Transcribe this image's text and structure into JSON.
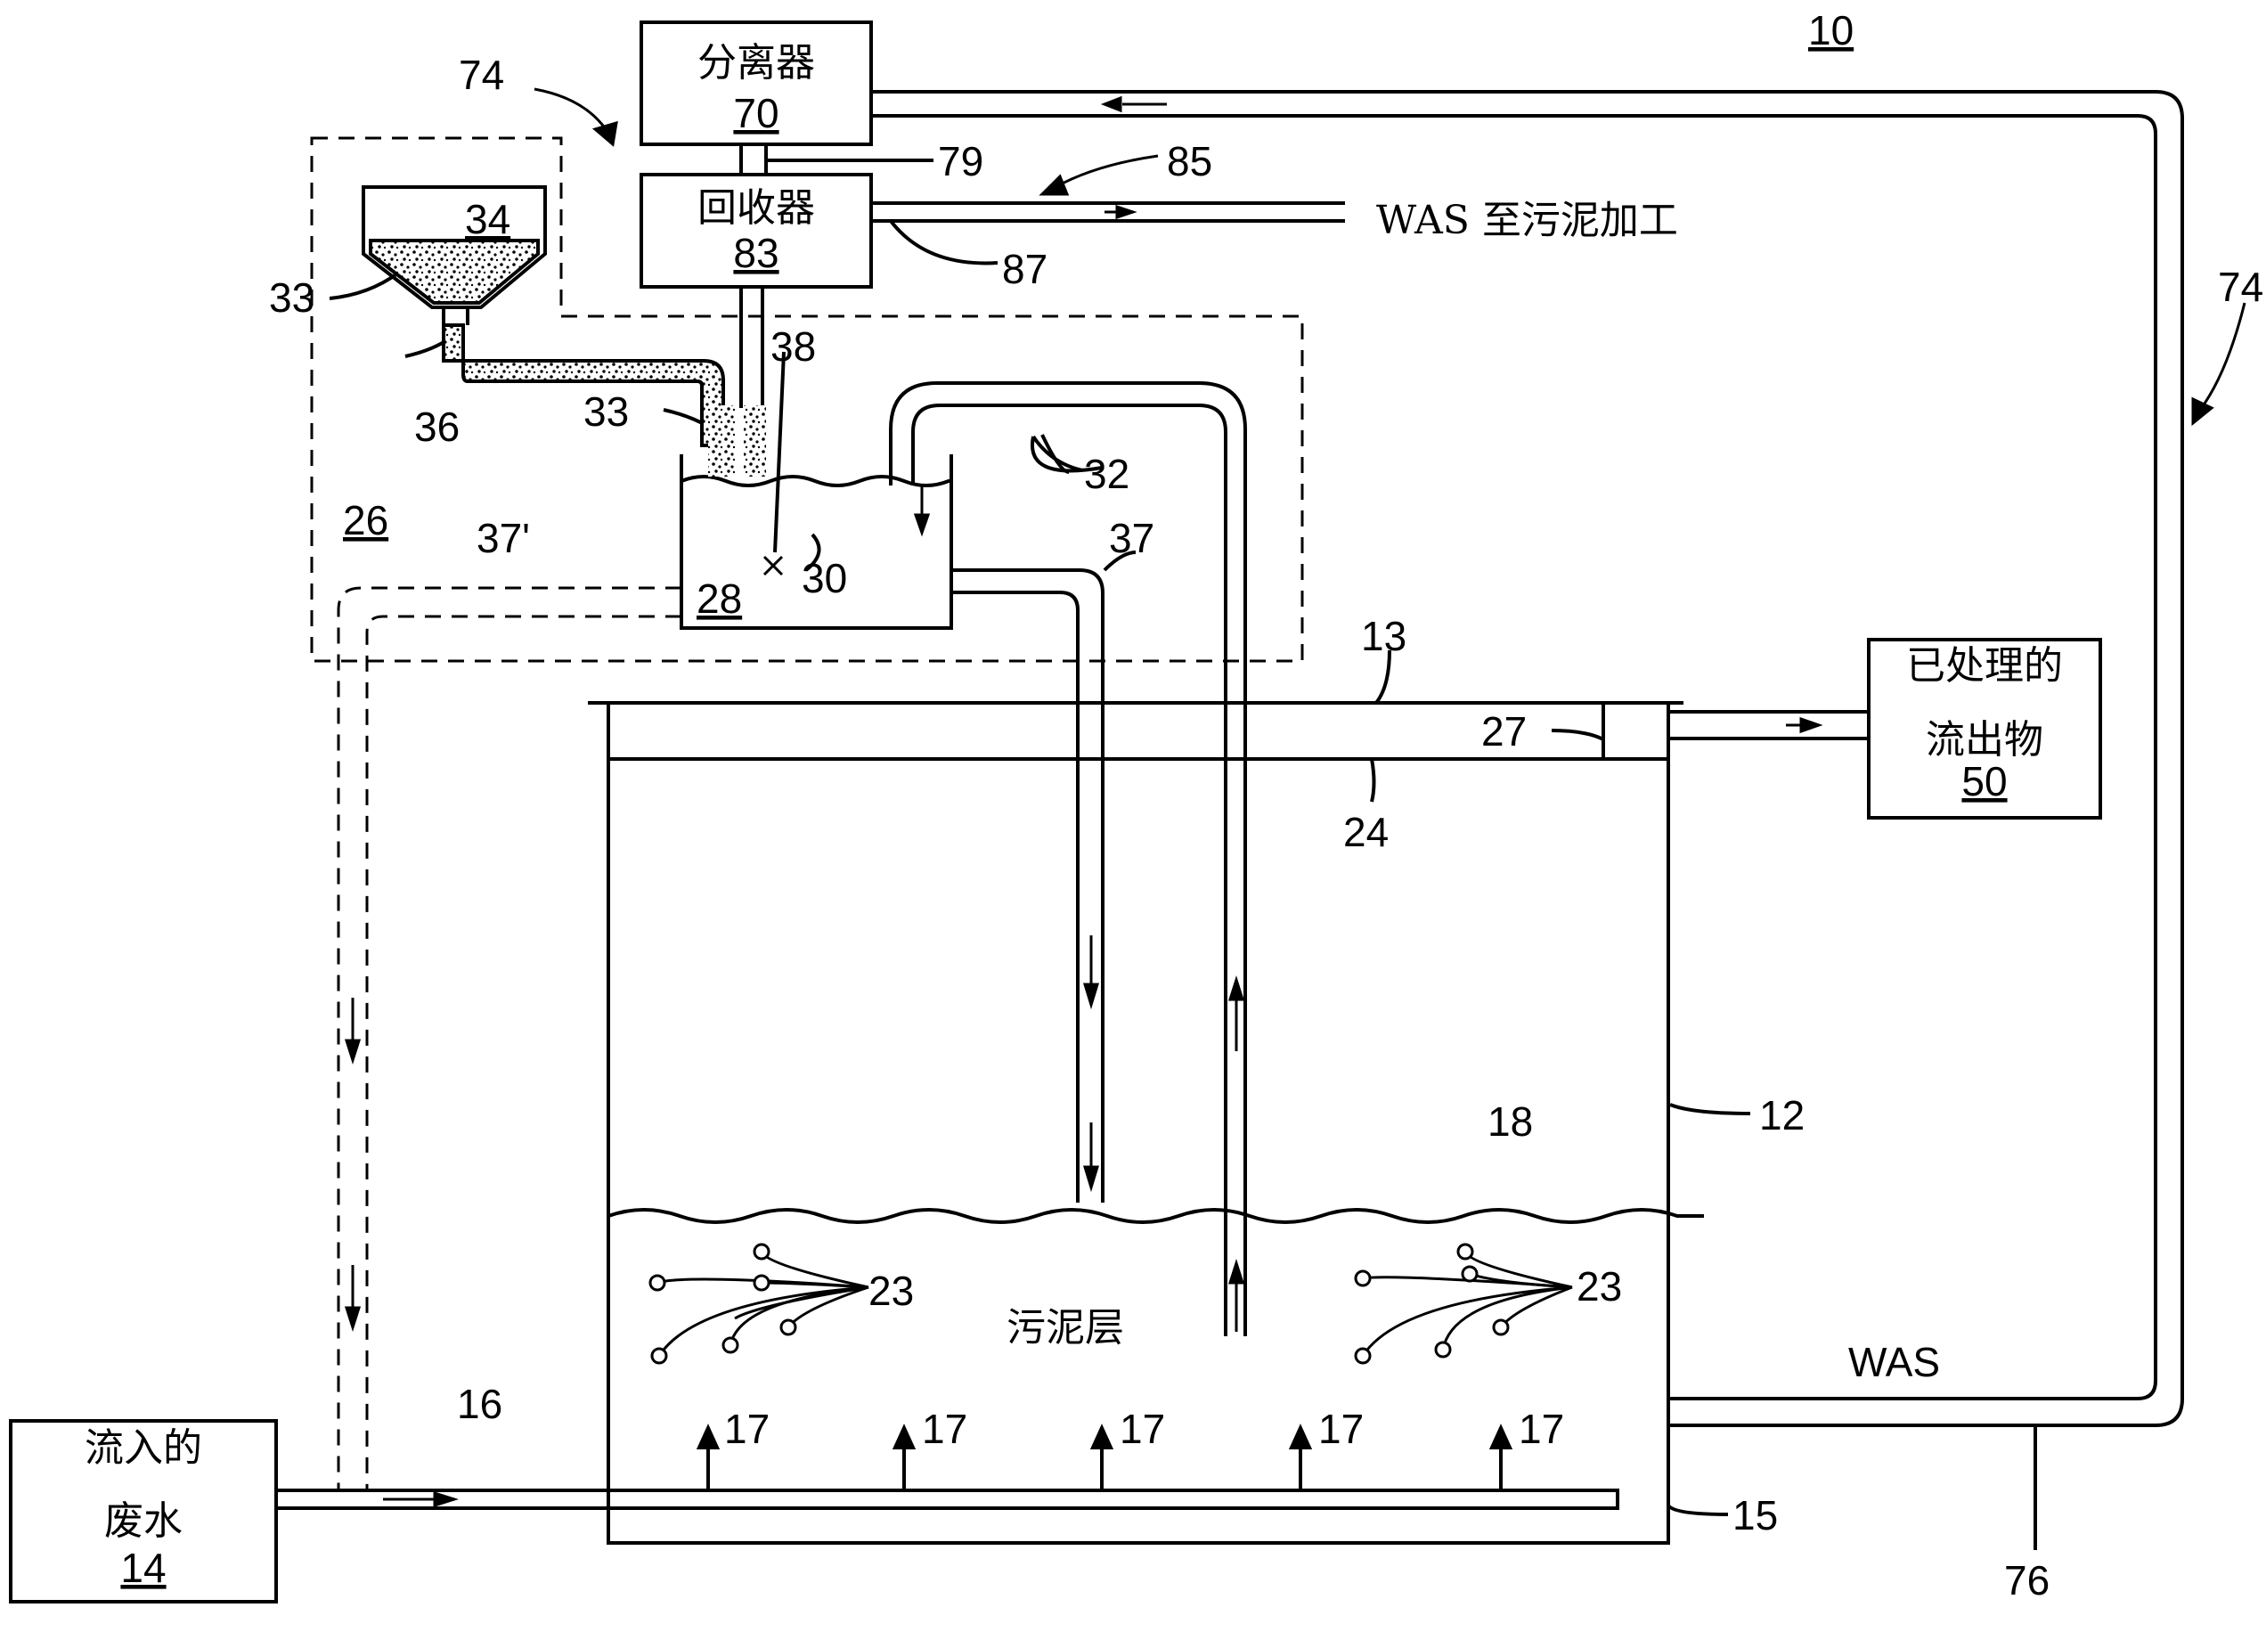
{
  "diagram": {
    "system_ref": "10",
    "boxes": {
      "separator": {
        "name": "分离器",
        "ref": "70"
      },
      "recovery": {
        "name": "回收器",
        "ref": "83"
      },
      "effluent": {
        "line1": "已处理的",
        "line2": "流出物",
        "ref": "50"
      },
      "influent": {
        "line1": "流入的",
        "line2": "废水",
        "ref": "14"
      }
    },
    "texts": {
      "was_to_sludge": "WAS 至污泥加工",
      "sludge_layer": "污泥层",
      "was": "WAS"
    },
    "refs": {
      "r74a": "74",
      "r74b": "74",
      "r79": "79",
      "r85": "85",
      "r87": "87",
      "r34": "34",
      "r33a": "33",
      "r33b": "33",
      "r36": "36",
      "r38": "38",
      "r32": "32",
      "r26": "26",
      "r37p": "37'",
      "r37": "37",
      "r28": "28",
      "r30": "30",
      "r13": "13",
      "r27": "27",
      "r24": "24",
      "r18": "18",
      "r12": "12",
      "r23a": "23",
      "r23b": "23",
      "r16": "16",
      "r15": "15",
      "r76": "76",
      "r17a": "17",
      "r17b": "17",
      "r17c": "17",
      "r17d": "17",
      "r17e": "17"
    }
  }
}
